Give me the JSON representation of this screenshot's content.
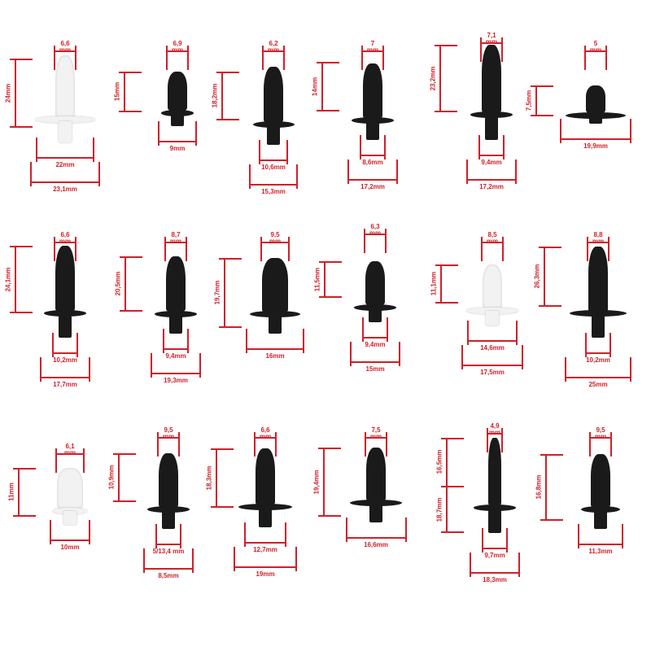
{
  "colors": {
    "dimension_red": "#d0202a",
    "clip_black": "#1a1a1a",
    "clip_white": "#f2f2f2"
  },
  "clips": [
    {
      "id": 1,
      "color": "white",
      "top": "6,6 mm",
      "height": "24mm",
      "bottom": [
        "22mm",
        "23,1mm"
      ]
    },
    {
      "id": 2,
      "color": "black",
      "top": "6,9 mm",
      "height": "15mm",
      "bottom": [
        "9mm"
      ]
    },
    {
      "id": 3,
      "color": "black",
      "top": "6,2 mm",
      "height": "18,2mm",
      "bottom": [
        "10,6mm",
        "15,3mm"
      ]
    },
    {
      "id": 4,
      "color": "black",
      "top": "7 mm",
      "height": "14mm",
      "bottom": [
        "8,6mm",
        "17,2mm"
      ]
    },
    {
      "id": 5,
      "color": "black",
      "top": "7,1 mm",
      "height": "23,2mm",
      "bottom": [
        "9,4mm",
        "17,2mm"
      ]
    },
    {
      "id": 6,
      "color": "black",
      "top": "5 mm",
      "height": "7,5mm",
      "bottom": [
        "19,9mm"
      ]
    },
    {
      "id": 7,
      "color": "black",
      "top": "6,6 mm",
      "height": "24,1mm",
      "bottom": [
        "10,2mm",
        "17,7mm"
      ]
    },
    {
      "id": 8,
      "color": "black",
      "top": "8,7 mm",
      "height": "20,5mm",
      "bottom": [
        "9,4mm",
        "19,3mm"
      ]
    },
    {
      "id": 9,
      "color": "black",
      "top": "9,5 mm",
      "height": "19,7mm",
      "bottom": [
        "16mm"
      ]
    },
    {
      "id": 10,
      "color": "black",
      "top": "6,3 mm",
      "height": "11,5mm",
      "bottom": [
        "9,4mm",
        "15mm"
      ]
    },
    {
      "id": 11,
      "color": "white",
      "top": "8,5 mm",
      "height": "11,1mm",
      "bottom": [
        "14,6mm",
        "17,5mm"
      ]
    },
    {
      "id": 12,
      "color": "black",
      "top": "8,8 mm",
      "height": "26,3mm",
      "bottom": [
        "10,2mm",
        "25mm"
      ]
    },
    {
      "id": 13,
      "color": "white",
      "top": "6,1 mm",
      "height": "11mm",
      "bottom": [
        "10mm"
      ]
    },
    {
      "id": 14,
      "color": "black",
      "top": "9,5 mm",
      "height": "10,9mm",
      "bottom": [
        "5/13,4 mm",
        "8,5mm"
      ]
    },
    {
      "id": 15,
      "color": "black",
      "top": "6,6 mm",
      "height": "18,3mm",
      "bottom": [
        "12,7mm",
        "19mm"
      ]
    },
    {
      "id": 16,
      "color": "black",
      "top": "7,5 mm",
      "height": "19,4mm",
      "bottom": [
        "16,6mm"
      ]
    },
    {
      "id": 17,
      "color": "black",
      "top": "4,9 mm",
      "height": "16,5mm",
      "height2": "18,7mm",
      "bottom": [
        "9,7mm",
        "18,3mm"
      ]
    },
    {
      "id": 18,
      "color": "black",
      "top": "9,5 mm",
      "height": "16,8mm",
      "bottom": [
        "11,3mm"
      ]
    }
  ]
}
